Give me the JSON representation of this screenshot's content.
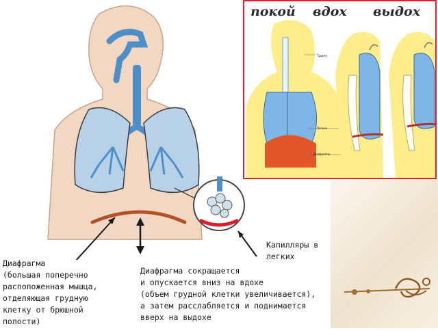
{
  "phases": {
    "rest": "покой",
    "inhale": "вдох",
    "exhale": "выдох"
  },
  "small_labels": {
    "trachea": "Трахея",
    "lungs": "Легкие",
    "diaphragm": "Диафрагма"
  },
  "captions": {
    "diaphragm": [
      "Диафрагма",
      "(большая поперечно",
      "расположенная мышца,",
      "отделяющая грудную",
      "клетку от брюшной",
      "полости)"
    ],
    "contraction": [
      "Диафрагма сокращается",
      "и опускается вниз на вдохе",
      "(объем грудной клетки увеличивается),",
      "а затем расслабляется и поднимается",
      "вверх на выдохе"
    ],
    "capillaries": [
      "Капилляры в",
      "легких"
    ]
  },
  "colors": {
    "body": "#f2d8c2",
    "airway": "#4f8fc9",
    "diaphragm_line": "#b5512a",
    "border": "#e0202a",
    "panel_yellow": "#ffec8a"
  }
}
